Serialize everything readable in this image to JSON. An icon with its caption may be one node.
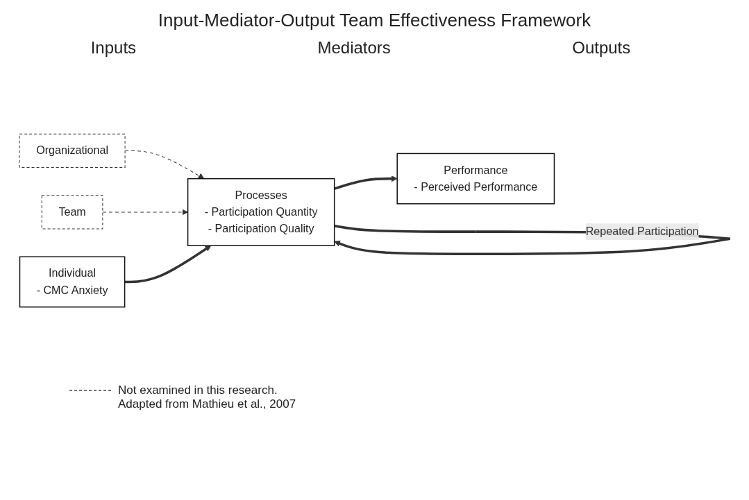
{
  "diagram": {
    "title": "Input-Mediator-Output Team Effectiveness Framework",
    "caption": "Adapted from Mathieu et al., 2007",
    "nodes": [
      {
        "text": [
          "Organizational"
        ]
      },
      {
        "text": [
          "Team"
        ]
      },
      {
        "text": [
          "Individual",
          "- CMC Anxiety"
        ]
      },
      {
        "text": [
          "Processes",
          "- Participation Quantity",
          "- Participation Quality"
        ]
      },
      {
        "text": [
          "Performance",
          "- Perceived Performance"
        ]
      }
    ],
    "edges": [
      {
        "from": 0,
        "to": 3,
        "arrow": "to",
        "style": "dashed"
      },
      {
        "from": 1,
        "to": 3,
        "arrow": "to",
        "style": "dashed"
      },
      {
        "from": 2,
        "to": 3,
        "arrow": "to"
      },
      {
        "from": 3,
        "to": 4,
        "arrow": "to"
      },
      {
        "from": 3,
        "to": 3,
        "arrow": "to",
        "label": "Repeated Participation"
      }
    ],
    "labels": [
      "Inputs",
      "Mediators",
      "Outputs"
    ],
    "legend": [
      {
        "text": "Not examined in this research."
      }
    ]
  }
}
